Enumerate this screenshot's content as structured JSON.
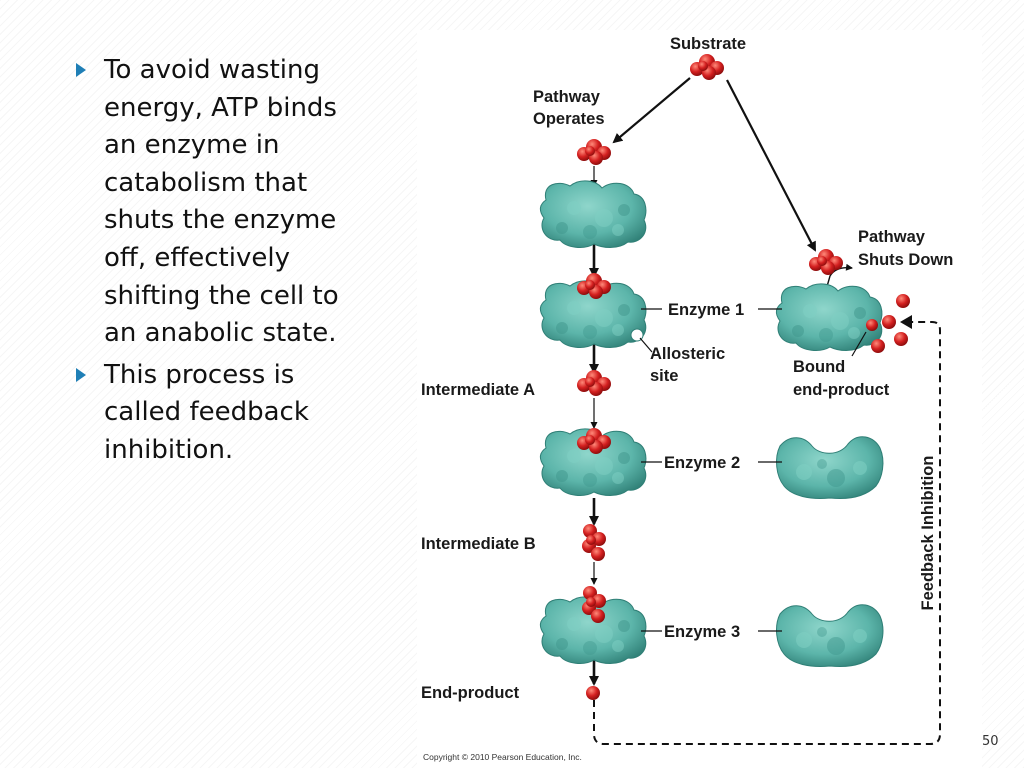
{
  "bullets": [
    {
      "text": "To avoid wasting energy, ATP binds an enzyme in catabolism that shuts the enzyme off, effectively shifting the cell to an anabolic state."
    },
    {
      "text": "This process is called feedback inhibition."
    }
  ],
  "diagram": {
    "substrate": "Substrate",
    "pathway_operates": [
      "Pathway",
      "Operates"
    ],
    "pathway_shuts_down": [
      "Pathway",
      "Shuts Down"
    ],
    "enzyme_1": "Enzyme 1",
    "enzyme_2": "Enzyme 2",
    "enzyme_3": "Enzyme 3",
    "allosteric_site": [
      "Allosteric",
      "site"
    ],
    "bound_end_product": [
      "Bound",
      "end-product"
    ],
    "intermediate_a": "Intermediate A",
    "intermediate_b": "Intermediate B",
    "end_product": "End-product",
    "feedback_inhibition": "Feedback Inhibition",
    "copyright": "Copyright © 2010 Pearson Education, Inc."
  },
  "slide_number": "50",
  "colors": {
    "enzyme": "#5cb5aa",
    "molecule": "#d42020",
    "bullet": "#1f7fb6"
  }
}
